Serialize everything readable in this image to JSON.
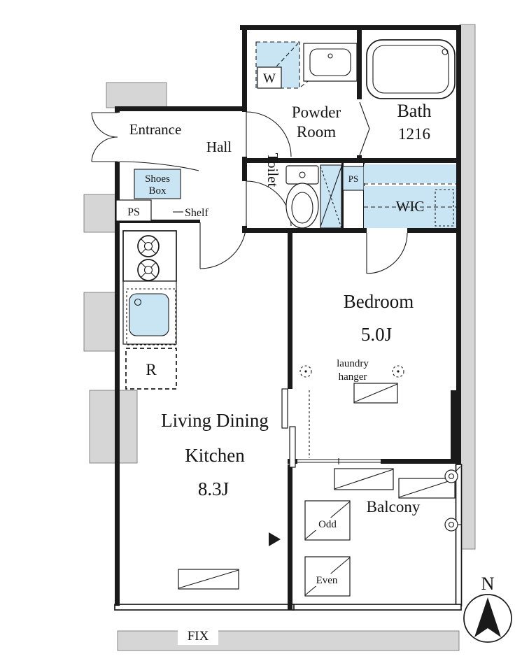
{
  "colors": {
    "wall": "#1a1a1a",
    "structure_gray": "#d6d6d6",
    "water_blue": "#c9e5f3"
  },
  "labels": {
    "entrance": "Entrance",
    "hall": "Hall",
    "powder_1": "Powder",
    "powder_2": "Room",
    "bath": "Bath",
    "bath_size": "1216",
    "toilet": "Toilet",
    "wic": "WIC",
    "ps_left": "PS",
    "ps_right": "PS",
    "shelf": "Shelf",
    "shoes_1": "Shoes",
    "shoes_2": "Box",
    "washer": "W",
    "fridge": "R",
    "bedroom": "Bedroom",
    "bedroom_size": "5.0J",
    "laundry_1": "laundry",
    "laundry_2": "hanger",
    "ldk_1": "Living Dining",
    "ldk_2": "Kitchen",
    "ldk_size": "8.3J",
    "balcony": "Balcony",
    "odd": "Odd",
    "even": "Even",
    "fix": "FIX",
    "north": "N"
  }
}
